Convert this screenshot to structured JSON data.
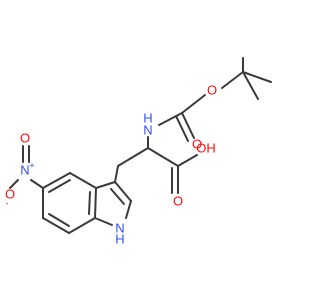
{
  "diagram": {
    "colors": {
      "bond": "#3a3a3a",
      "oxygen": "#ff0d0d",
      "nitrogen": "#3050f8",
      "carbon_text": "#3a3a3a"
    },
    "atom_labels": {
      "boc_o_ester": "O",
      "boc_o_carbonyl": "O",
      "amide_nh": "H",
      "amide_n": "N",
      "acid_o": "O",
      "acid_oh": "OH",
      "nitro_n": "N",
      "nitro_plus": "+",
      "nitro_o_minus": "O",
      "nitro_minus": "-",
      "nitro_o": "O",
      "indole_n": "N",
      "indole_h": "H"
    }
  }
}
